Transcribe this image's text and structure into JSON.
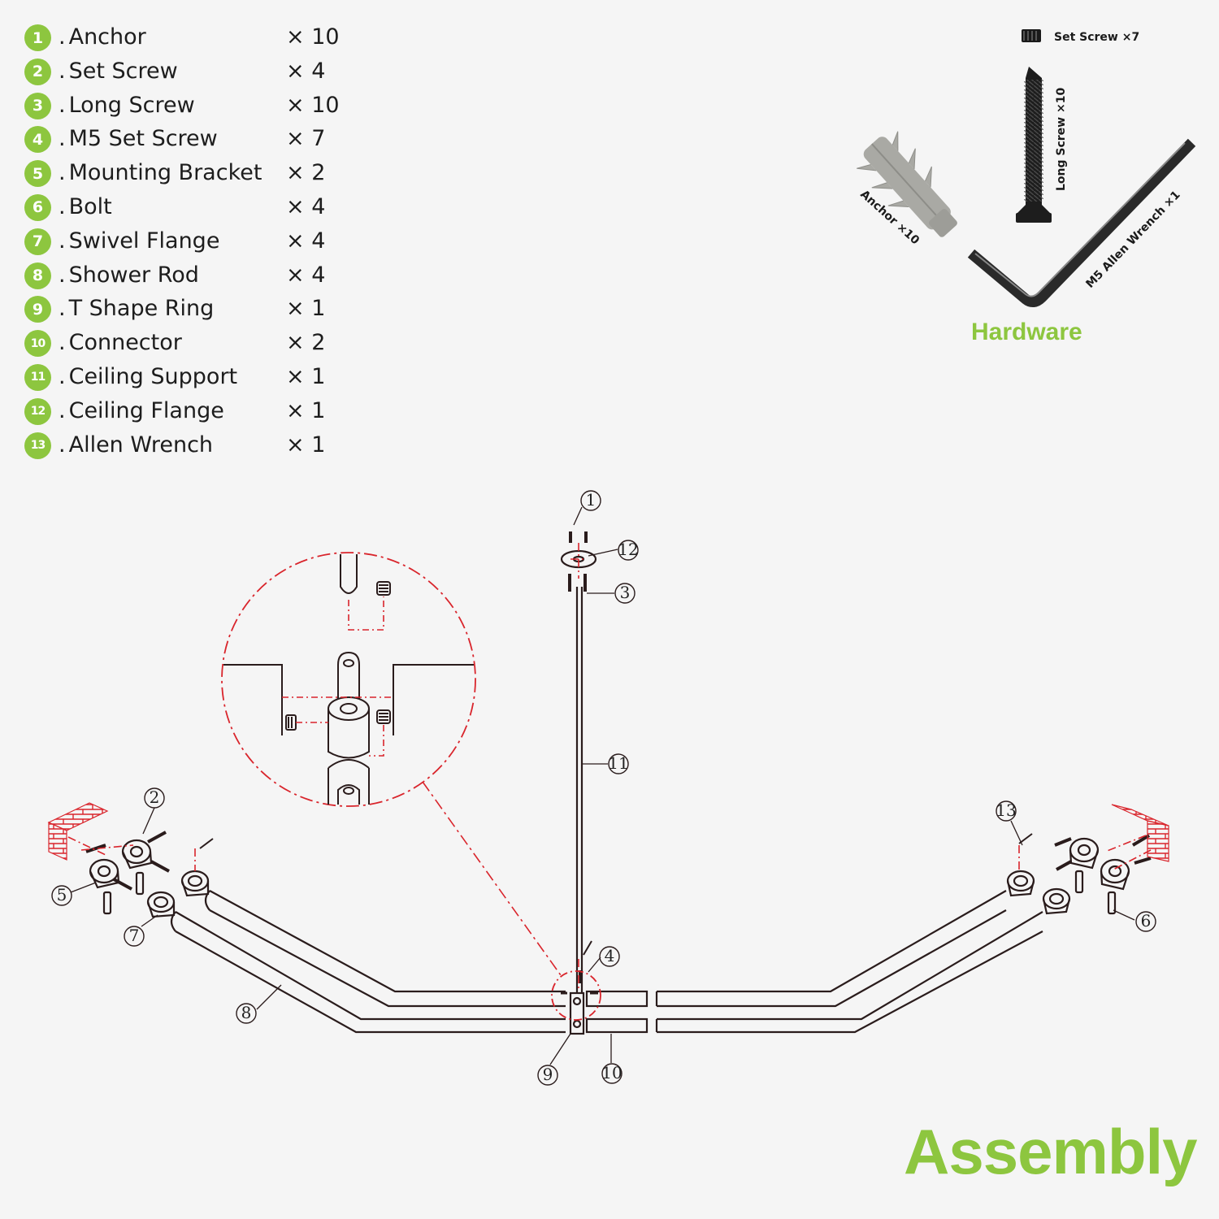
{
  "accent_color": "#8dc63f",
  "guide_color": "#d9252c",
  "line_color": "#2a1c1c",
  "parts": [
    {
      "num": "1",
      "name": "Anchor",
      "qty": "× 10"
    },
    {
      "num": "2",
      "name": "Set Screw",
      "qty": "× 4"
    },
    {
      "num": "3",
      "name": "Long Screw",
      "qty": "× 10"
    },
    {
      "num": "4",
      "name": "M5 Set Screw",
      "qty": "× 7"
    },
    {
      "num": "5",
      "name": "Mounting Bracket",
      "qty": "× 2"
    },
    {
      "num": "6",
      "name": "Bolt",
      "qty": "× 4"
    },
    {
      "num": "7",
      "name": "Swivel Flange",
      "qty": "× 4"
    },
    {
      "num": "8",
      "name": "Shower Rod",
      "qty": "× 4"
    },
    {
      "num": "9",
      "name": "T Shape Ring",
      "qty": "× 1"
    },
    {
      "num": "10",
      "name": "Connector",
      "qty": "× 2"
    },
    {
      "num": "11",
      "name": "Ceiling Support",
      "qty": "× 1"
    },
    {
      "num": "12",
      "name": "Ceiling Flange",
      "qty": "× 1"
    },
    {
      "num": "13",
      "name": "Allen Wrench",
      "qty": "× 1"
    }
  ],
  "hardware": {
    "title": "Hardware",
    "set_screw_label": "Set Screw ×7",
    "long_screw_label": "Long Screw ×10",
    "anchor_label": "Anchor ×10",
    "wrench_label": "M5 Allen Wrench ×1"
  },
  "assembly_title": "Assembly",
  "callouts": [
    "1",
    "2",
    "3",
    "4",
    "5",
    "6",
    "7",
    "8",
    "9",
    "10",
    "11",
    "12",
    "13"
  ]
}
